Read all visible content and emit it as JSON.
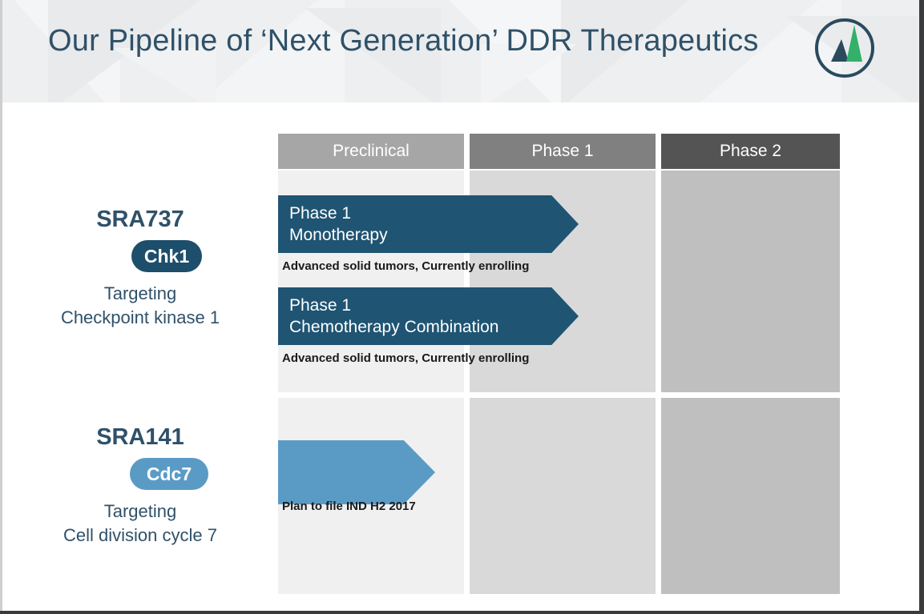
{
  "slide": {
    "title": "Our Pipeline of ‘Next Generation’ DDR Therapeutics",
    "logo_name": "company-logo"
  },
  "colors": {
    "title": "#2f5169",
    "arrow_dark": "#1f5473",
    "arrow_light": "#5a9bc6",
    "pill_dark": "#1d4e6b",
    "pill_light": "#5a9bc6",
    "header_preclinical": "#a6a6a6",
    "header_phase1": "#808080",
    "header_phase2": "#545454",
    "body_preclinical": "#f0f0f0",
    "body_phase1": "#d9d9d9",
    "body_phase2": "#bfbfbf",
    "logo_navy": "#2a4a5e",
    "logo_green": "#33b06a"
  },
  "columns": [
    {
      "label": "Preclinical"
    },
    {
      "label": "Phase 1"
    },
    {
      "label": "Phase 2"
    }
  ],
  "programs": [
    {
      "code": "SRA737",
      "target_pill": "Chk1",
      "desc_line1": "Targeting",
      "desc_line2": "Checkpoint kinase 1",
      "bars": [
        {
          "line1": "Phase 1",
          "line2": "Monotherapy",
          "caption": "Advanced solid tumors, Currently enrolling"
        },
        {
          "line1": "Phase 1",
          "line2": "Chemotherapy Combination",
          "caption": "Advanced solid tumors, Currently enrolling"
        }
      ]
    },
    {
      "code": "SRA141",
      "target_pill": "Cdc7",
      "desc_line1": "Targeting",
      "desc_line2": "Cell division cycle 7",
      "bars": [
        {
          "line1": "",
          "line2": "",
          "caption": "Plan to file IND H2 2017"
        }
      ]
    }
  ]
}
